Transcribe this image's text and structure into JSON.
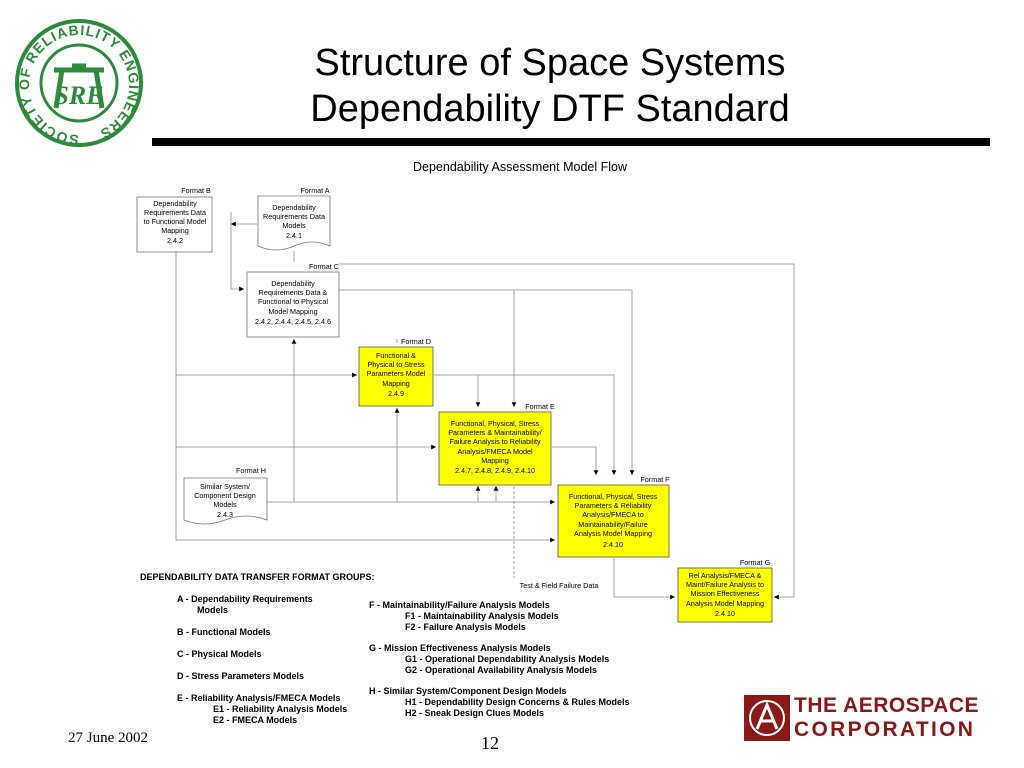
{
  "slide": {
    "title_line1": "Structure of Space Systems",
    "title_line2": "Dependability DTF Standard",
    "caption": "Dependability Assessment Model Flow",
    "date": "27 June 2002",
    "page_number": "12"
  },
  "sre_logo": {
    "ring_text": "SOCIETY OF RELIABILITY ENGINEERS",
    "letters": "SRE",
    "color": "#2e8b3c"
  },
  "aerospace_logo": {
    "line1": "THE AEROSPACE",
    "line2": "CORPORATION",
    "color": "#8a1919"
  },
  "diagram": {
    "boxes": {
      "b": {
        "format": "Format B",
        "lines": [
          "Dependability",
          "Requirements Data",
          "to Functional Model",
          "Mapping",
          "2.4.2"
        ]
      },
      "a": {
        "format": "Format A",
        "lines": [
          "Dependability",
          "Requirements Data",
          "Models",
          "2.4.1"
        ]
      },
      "c": {
        "format": "Format C",
        "lines": [
          "Dependability",
          "Requirements Data &",
          "Functional to Physical",
          "Model Mapping",
          "2.4.2, 2.4.4, 2.4.5, 2.4.6"
        ]
      },
      "d": {
        "format": "Format D",
        "lines": [
          "Functional &",
          "Physical to Stress",
          "Parameters Model",
          "Mapping",
          "2.4.9"
        ]
      },
      "e": {
        "format": "Format E",
        "lines": [
          "Functional, Physical, Stress",
          "Parameters & Maintainability/",
          "Failure Analysis to Reliability",
          "Analysis/FMECA Model",
          "Mapping",
          "2.4.7, 2.4.8, 2.4.9, 2.4.10"
        ]
      },
      "h": {
        "format": "Format H",
        "lines": [
          "Similar System/",
          "Component Design",
          "Models",
          "2.4.3"
        ]
      },
      "f": {
        "format": "Format F",
        "lines": [
          "Functional, Physical, Stress",
          "Parameters &  Reliability",
          "Analysis/FMECA  to",
          "Maintainability/Failure",
          "Analysis Model Mapping",
          "2.4.10"
        ]
      },
      "g": {
        "format": "Format G",
        "lines": [
          "Rel Analysis/FMECA &",
          "Maint/Failure Analysis to",
          "Mission Effectiveness",
          "Analysis Model Mapping",
          "2.4.10"
        ]
      }
    },
    "test_label": "Test & Field Failure Data",
    "highlight_color": "#ffff00"
  },
  "legend": {
    "heading": "DEPENDABILITY DATA TRANSFER FORMAT GROUPS:",
    "a1": "A - Dependability Requirements",
    "a2": "Models",
    "b": "B - Functional Models",
    "c": "C - Physical Models",
    "d": "D - Stress Parameters Models",
    "e": "E - Reliability Analysis/FMECA Models",
    "e1": "E1 - Reliability Analysis Models",
    "e2": "E2 - FMECA Models",
    "f": "F - Maintainability/Failure Analysis Models",
    "f1": "F1 - Maintainability Analysis Models",
    "f2": "F2 - Failure Analysis Models",
    "g": "G - Mission Effectiveness Analysis Models",
    "g1": "G1 - Operational Dependability Analysis Models",
    "g2": "G2 - Operational Availability Analysis Models",
    "h": "H - Similar System/Component Design Models",
    "h1": "H1 - Dependability Design Concerns & Rules Models",
    "h2": "H2 - Sneak Design Clues Models"
  }
}
